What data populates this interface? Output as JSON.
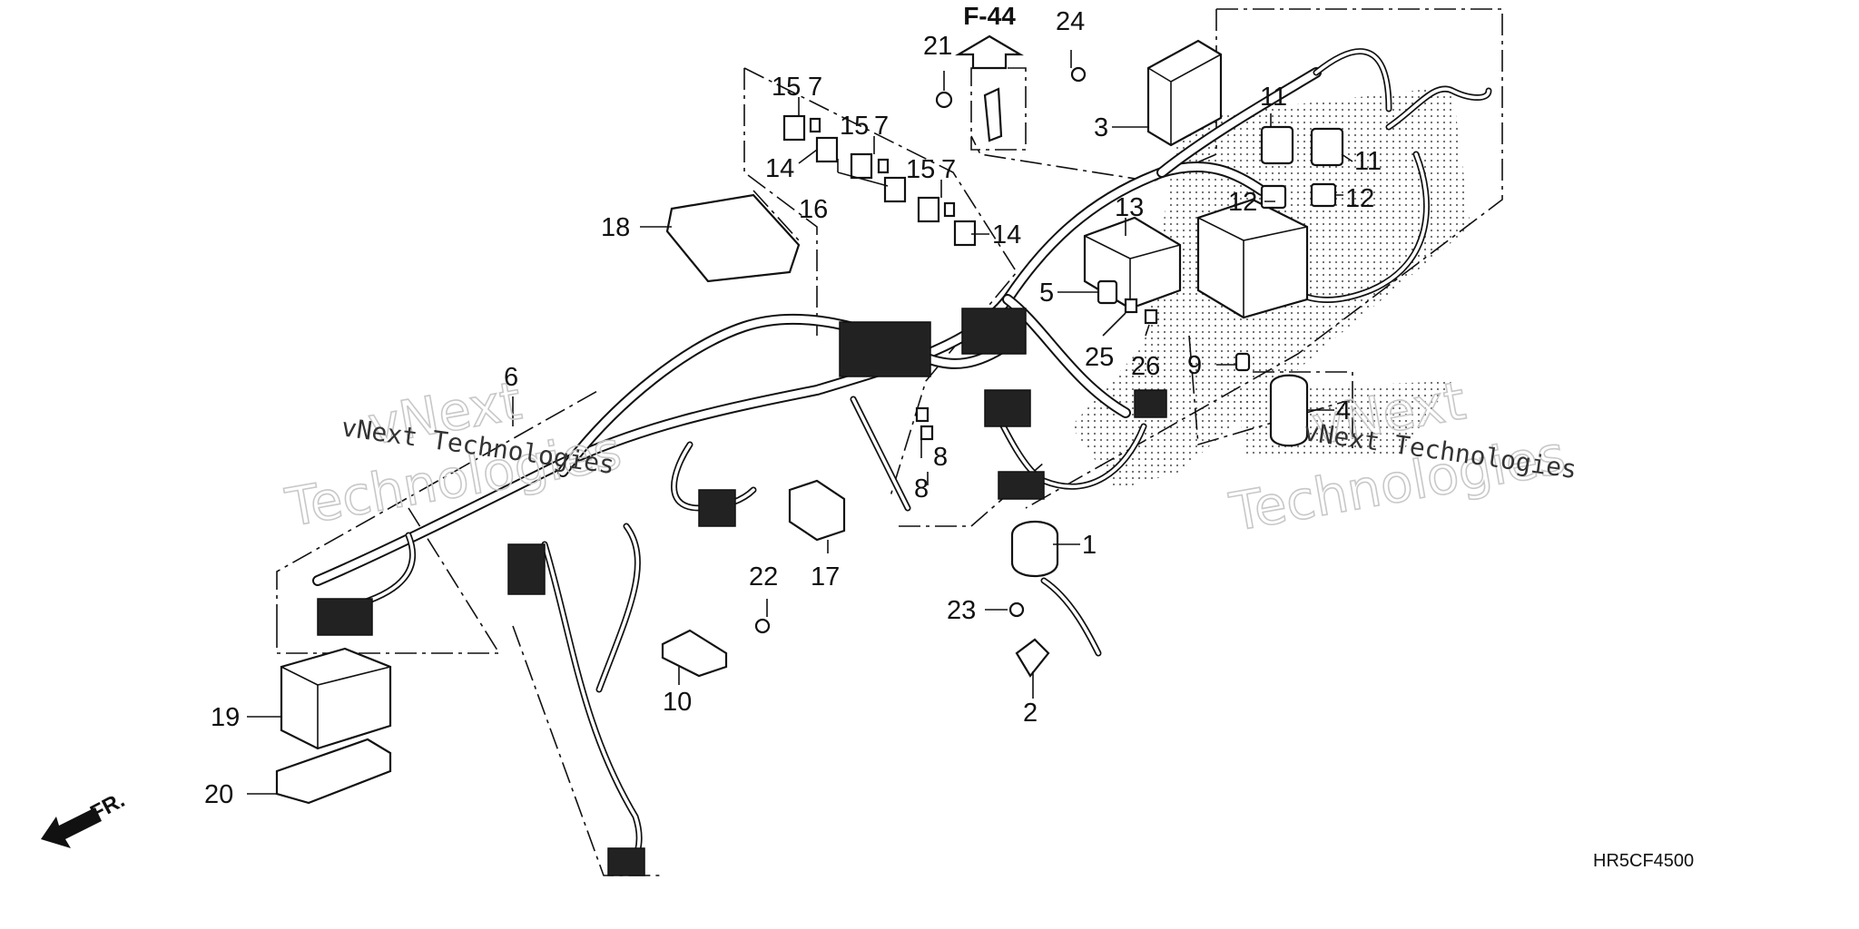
{
  "diagram": {
    "figure_code": "HR5CF4500",
    "ref": "F-44",
    "front_label": "FR.",
    "watermarks": {
      "small": "vNext Technologies",
      "big_line1": "vNext",
      "big_line2": "Technologies"
    },
    "callouts": [
      {
        "id": "c1",
        "text": "1"
      },
      {
        "id": "c2",
        "text": "2"
      },
      {
        "id": "c3",
        "text": "3"
      },
      {
        "id": "c4",
        "text": "4"
      },
      {
        "id": "c5",
        "text": "5"
      },
      {
        "id": "c6",
        "text": "6"
      },
      {
        "id": "c7a",
        "text": "7"
      },
      {
        "id": "c7b",
        "text": "7"
      },
      {
        "id": "c7c",
        "text": "7"
      },
      {
        "id": "c8a",
        "text": "8"
      },
      {
        "id": "c8b",
        "text": "8"
      },
      {
        "id": "c9",
        "text": "9"
      },
      {
        "id": "c10",
        "text": "10"
      },
      {
        "id": "c11a",
        "text": "11"
      },
      {
        "id": "c11b",
        "text": "11"
      },
      {
        "id": "c12a",
        "text": "12"
      },
      {
        "id": "c12b",
        "text": "12"
      },
      {
        "id": "c13",
        "text": "13"
      },
      {
        "id": "c14a",
        "text": "14"
      },
      {
        "id": "c14b",
        "text": "14"
      },
      {
        "id": "c15a",
        "text": "15"
      },
      {
        "id": "c15b",
        "text": "15"
      },
      {
        "id": "c15c",
        "text": "15"
      },
      {
        "id": "c16",
        "text": "16"
      },
      {
        "id": "c17",
        "text": "17"
      },
      {
        "id": "c18",
        "text": "18"
      },
      {
        "id": "c19",
        "text": "19"
      },
      {
        "id": "c20",
        "text": "20"
      },
      {
        "id": "c21",
        "text": "21"
      },
      {
        "id": "c22",
        "text": "22"
      },
      {
        "id": "c23",
        "text": "23"
      },
      {
        "id": "c24",
        "text": "24"
      },
      {
        "id": "c25",
        "text": "25"
      },
      {
        "id": "c26",
        "text": "26"
      }
    ]
  }
}
